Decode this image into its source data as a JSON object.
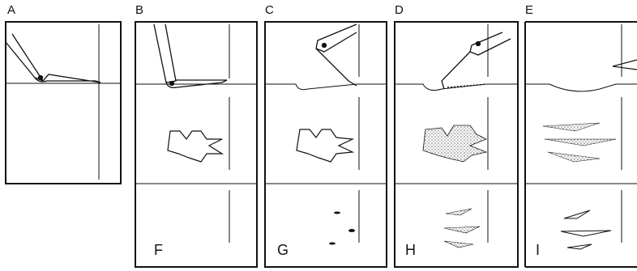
{
  "figure": {
    "panel_labels": {
      "a": "A",
      "b": "B",
      "c": "C",
      "d": "D",
      "e": "E",
      "f": "F",
      "g": "G",
      "h": "H",
      "i": "I"
    },
    "colors": {
      "line": "#111111",
      "background": "#ffffff"
    }
  }
}
